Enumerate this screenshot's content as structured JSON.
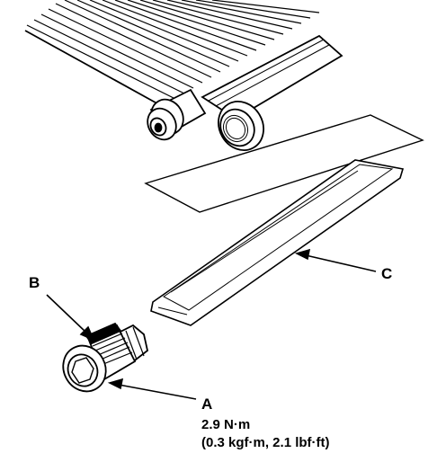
{
  "diagram": {
    "callouts": {
      "a": "A",
      "b": "B",
      "c": "C"
    },
    "torque": {
      "line1": "2.9 N·m",
      "line2": "(0.3 kgf·m, 2.1 lbf·ft)"
    }
  }
}
